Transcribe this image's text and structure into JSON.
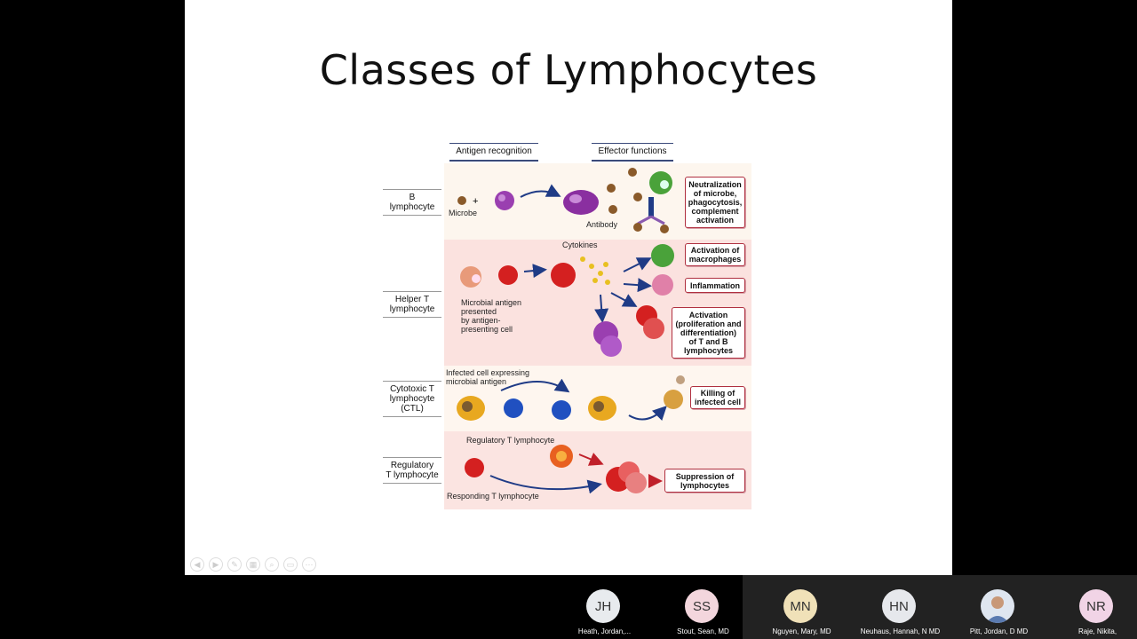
{
  "slide": {
    "title": "Classes of Lymphocytes",
    "col_headers": {
      "antigen_recognition": "Antigen recognition",
      "effector_functions": "Effector functions"
    },
    "rows": {
      "b": {
        "label_1": "B",
        "label_2": "lymphocyte",
        "microbe": "Microbe",
        "antibody": "Antibody",
        "effect": [
          "Neutralization",
          "of microbe,",
          "phagocytosis,",
          "complement",
          "activation"
        ]
      },
      "helper": {
        "label_1": "Helper T",
        "label_2": "lymphocyte",
        "cytokines": "Cytokines",
        "presented": [
          "Microbial antigen",
          "presented",
          "by antigen-",
          "presenting cell"
        ],
        "effect_macrophages": [
          "Activation of",
          "macrophages"
        ],
        "effect_inflammation": "Inflammation",
        "effect_activation": [
          "Activation",
          "(proliferation and",
          "differentiation)",
          "of T and B",
          "lymphocytes"
        ]
      },
      "ctl": {
        "label_1": "Cytotoxic T",
        "label_2": "lymphocyte",
        "label_3": "(CTL)",
        "infected": [
          "Infected cell expressing",
          "microbial antigen"
        ],
        "effect": [
          "Killing of",
          "infected cell"
        ]
      },
      "treg": {
        "label_1": "Regulatory",
        "label_2": "T lymphocyte",
        "regulatory": "Regulatory T lymphocyte",
        "responding": "Responding T lymphocyte",
        "effect": [
          "Suppression of",
          "lymphocytes"
        ]
      }
    }
  },
  "colors": {
    "band_pink": "#fbe3e0",
    "band_light": "#fdf4ee",
    "box_border": "#b03040",
    "arrow": "#1f3b86"
  },
  "participants": [
    {
      "initials": "JH",
      "name": "Heath, Jordan,...",
      "color": "#e8ebee",
      "speaking": false
    },
    {
      "initials": "SS",
      "name": "Stout, Sean, MD",
      "color": "#f3d6dd",
      "speaking": false
    },
    {
      "initials": "MN",
      "name": "Nguyen, Mary, MD",
      "color": "#f0e1b8",
      "speaking": true
    },
    {
      "initials": "HN",
      "name": "Neuhaus, Hannah, N MD",
      "color": "#e6e8ec",
      "speaking": true
    },
    {
      "initials": "",
      "name": "Pitt, Jordan, D MD",
      "color": "#dfe6f0",
      "speaking": true,
      "photo": true
    },
    {
      "initials": "NR",
      "name": "Raje, Nikita,",
      "color": "#f1d4e6",
      "speaking": true
    }
  ]
}
